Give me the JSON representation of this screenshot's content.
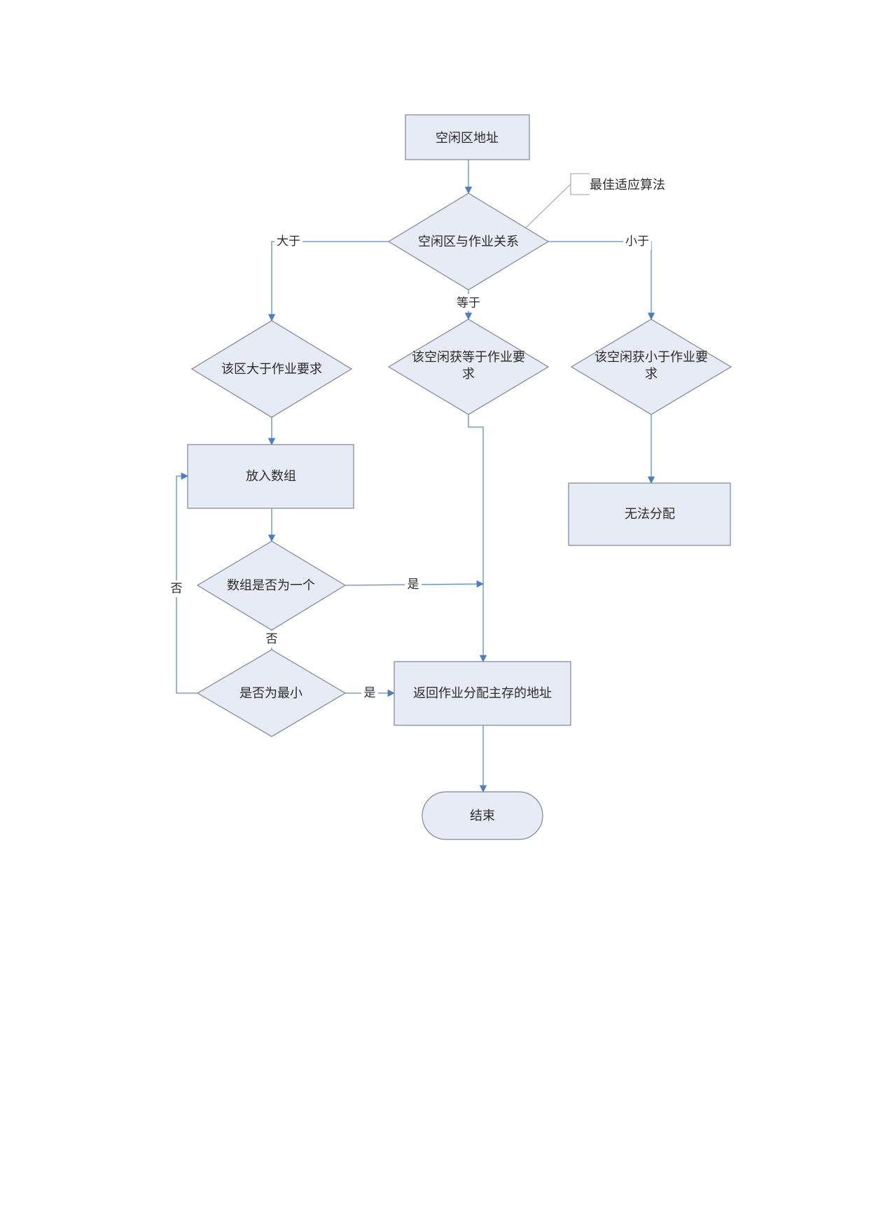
{
  "nodes": {
    "start": "空闲区地址",
    "relation": "空闲区与作业关系",
    "greater": "该区大于作业要求",
    "equal_line1": "该空闲获等于作业要",
    "equal_line2": "求",
    "less_line1": "该空闲获小于作业要",
    "less_line2": "求",
    "put_array": "放入数组",
    "cannot_alloc": "无法分配",
    "array_one": "数组是否为一个",
    "is_min": "是否为最小",
    "return_addr": "返回作业分配主存的地址",
    "end": "结束"
  },
  "annotation": "最佳适应算法",
  "edge_labels": {
    "greater": "大于",
    "equal": "等于",
    "less": "小于",
    "array_one_yes": "是",
    "array_one_no": "否",
    "is_min_yes": "是",
    "is_min_no": "否"
  }
}
